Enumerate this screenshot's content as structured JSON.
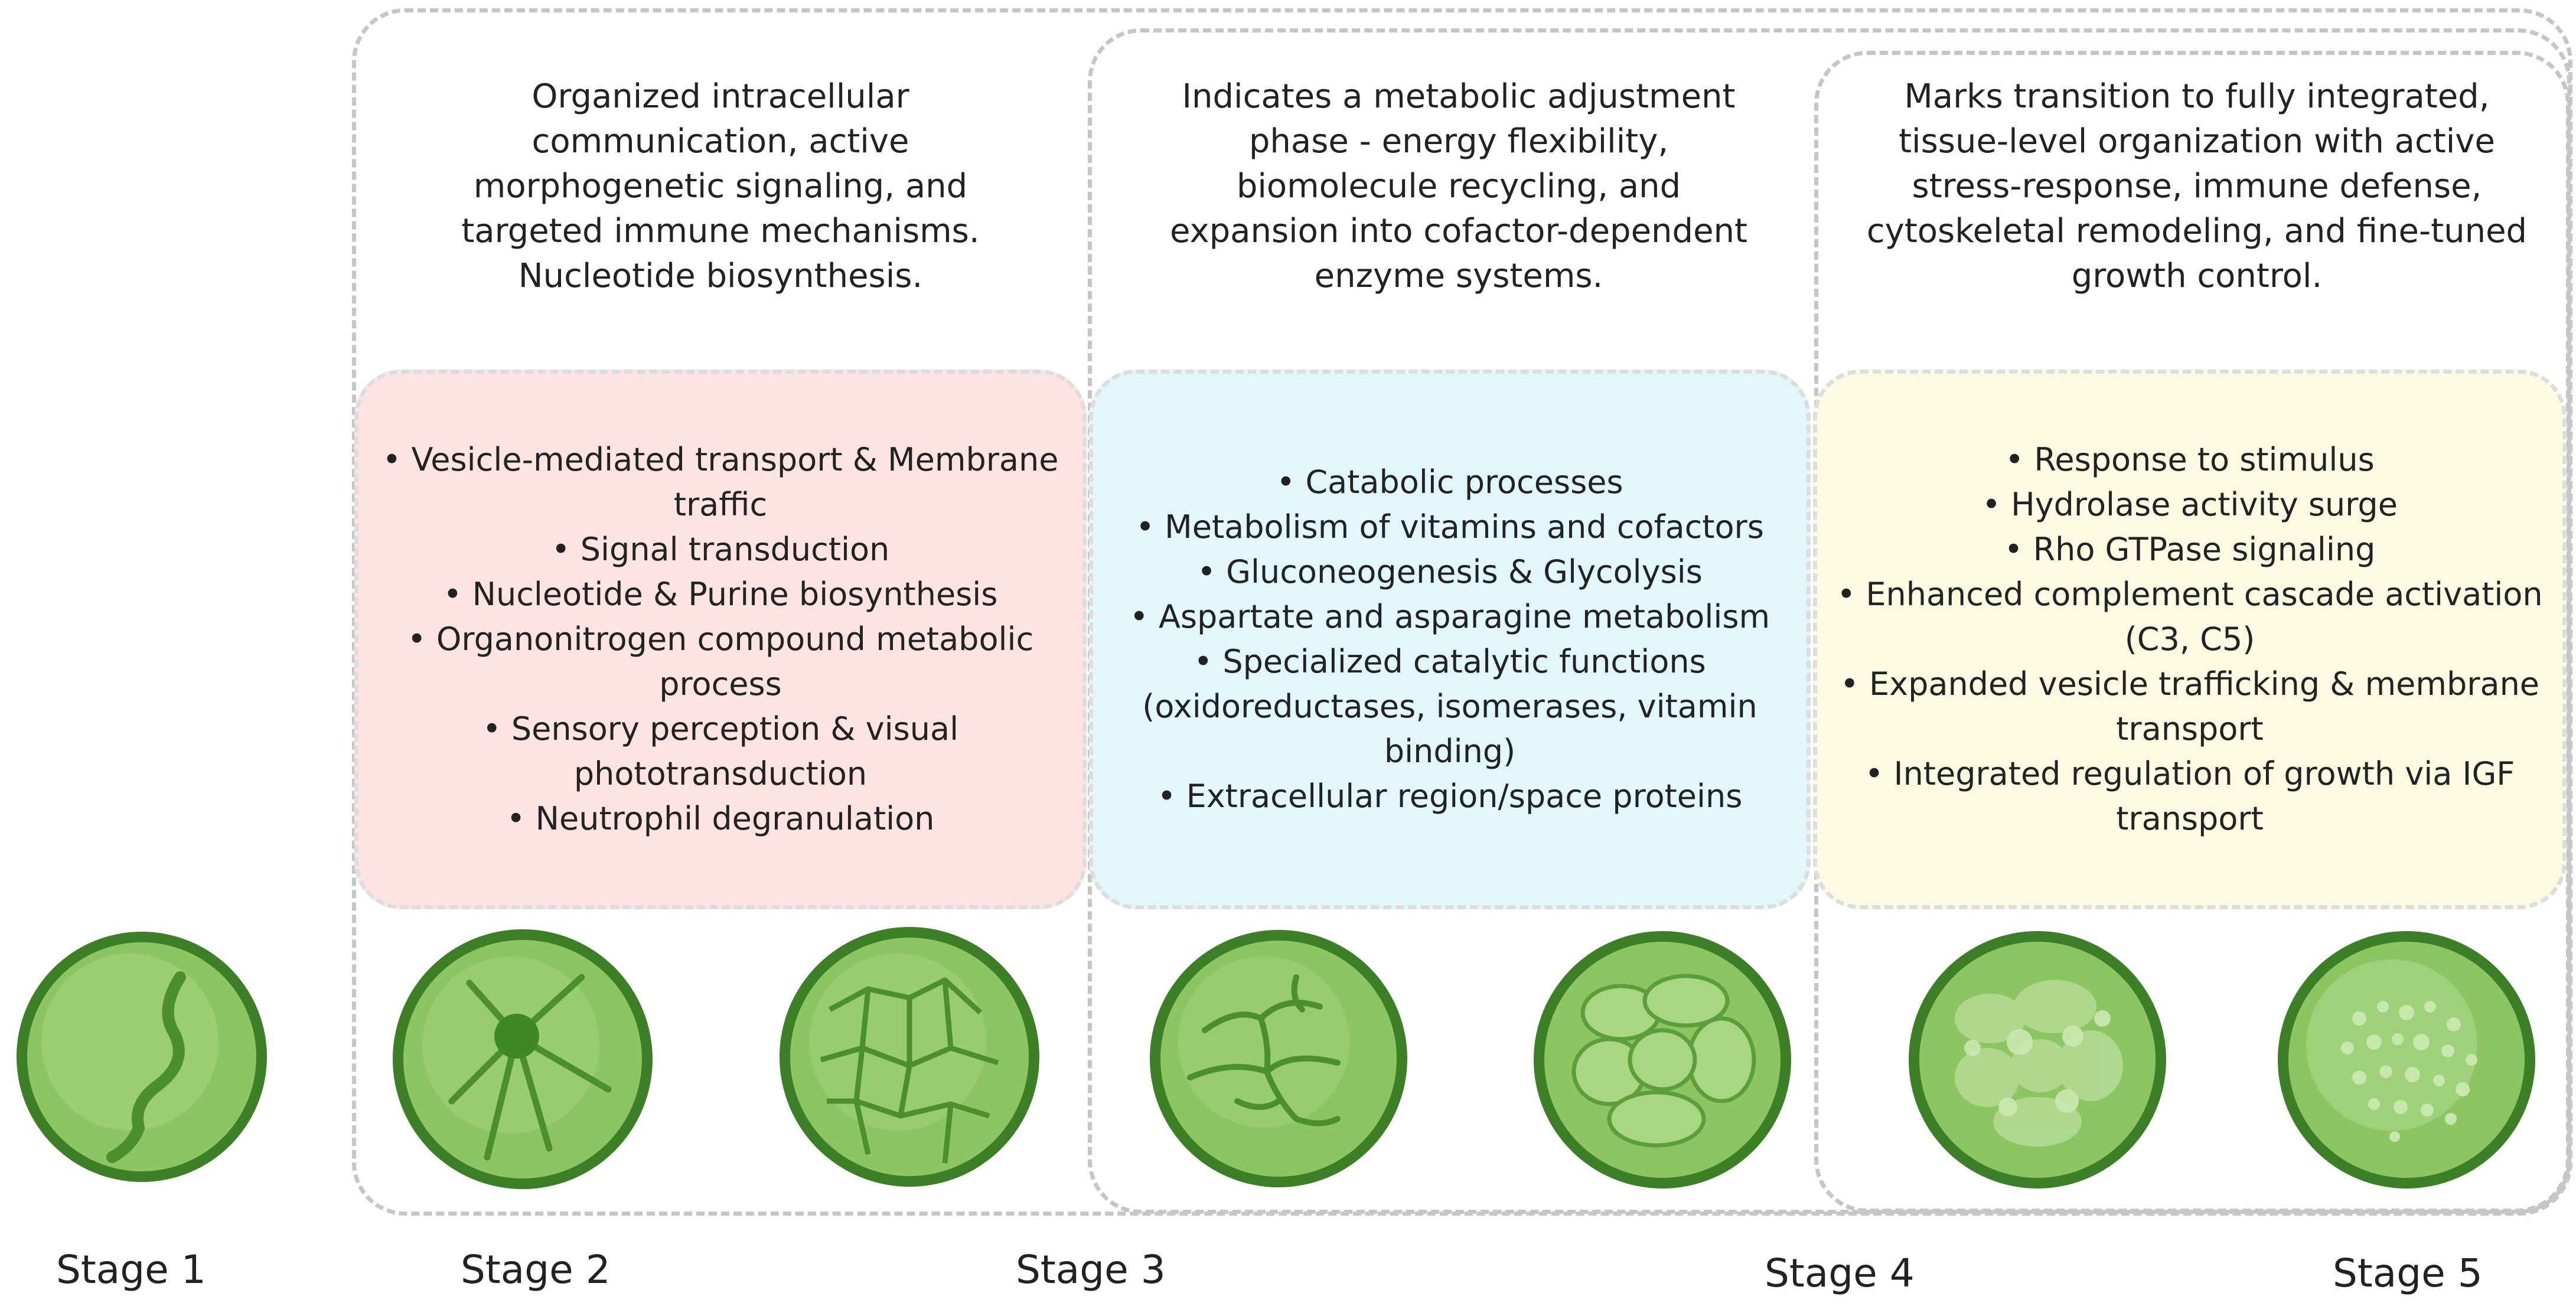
{
  "stages": [
    "Stage 1",
    "Stage 2",
    "Stage 3",
    "Stage 4",
    "Stage 5"
  ],
  "descriptions": {
    "stage2": "Organized intracellular communication, active morphogenetic signaling, and targeted immune mechanisms. Nucleotide biosynthesis.",
    "stage3": "Indicates a metabolic adjustment phase - energy flexibility, biomolecule recycling, and expansion into cofactor-dependent enzyme systems.",
    "stage4": "Marks transition to fully integrated, tissue-level organization with active stress-response, immune defense, cytoskeletal remodeling, and fine-tuned growth control."
  },
  "features": {
    "stage2": [
      "Vesicle-mediated transport & Membrane traffic",
      "Signal transduction",
      "Nucleotide & Purine biosynthesis",
      "Organonitrogen compound metabolic process",
      "Sensory perception & visual phototransduction",
      "Neutrophil degranulation"
    ],
    "stage3": [
      "Catabolic processes",
      "Metabolism of vitamins and cofactors",
      "Gluconeogenesis & Glycolysis",
      "Aspartate and asparagine metabolism",
      "Specialized catalytic functions (oxidoreductases, isomerases, vitamin binding)",
      "Extracellular region/space proteins"
    ],
    "stage4": [
      "Response to stimulus",
      "Hydrolase activity surge",
      "Rho GTPase signaling",
      "Enhanced complement cascade activation (C3, C5)",
      "Expanded vesicle trafficking & membrane transport",
      "Integrated regulation of growth via IGF transport"
    ]
  },
  "colors": {
    "stage2_box": "#fde3e3",
    "stage3_box": "#e2f7fb",
    "stage4_box": "#fbfbe4",
    "cell_fill": "#8dc563",
    "cell_rim": "#3d7f26"
  }
}
